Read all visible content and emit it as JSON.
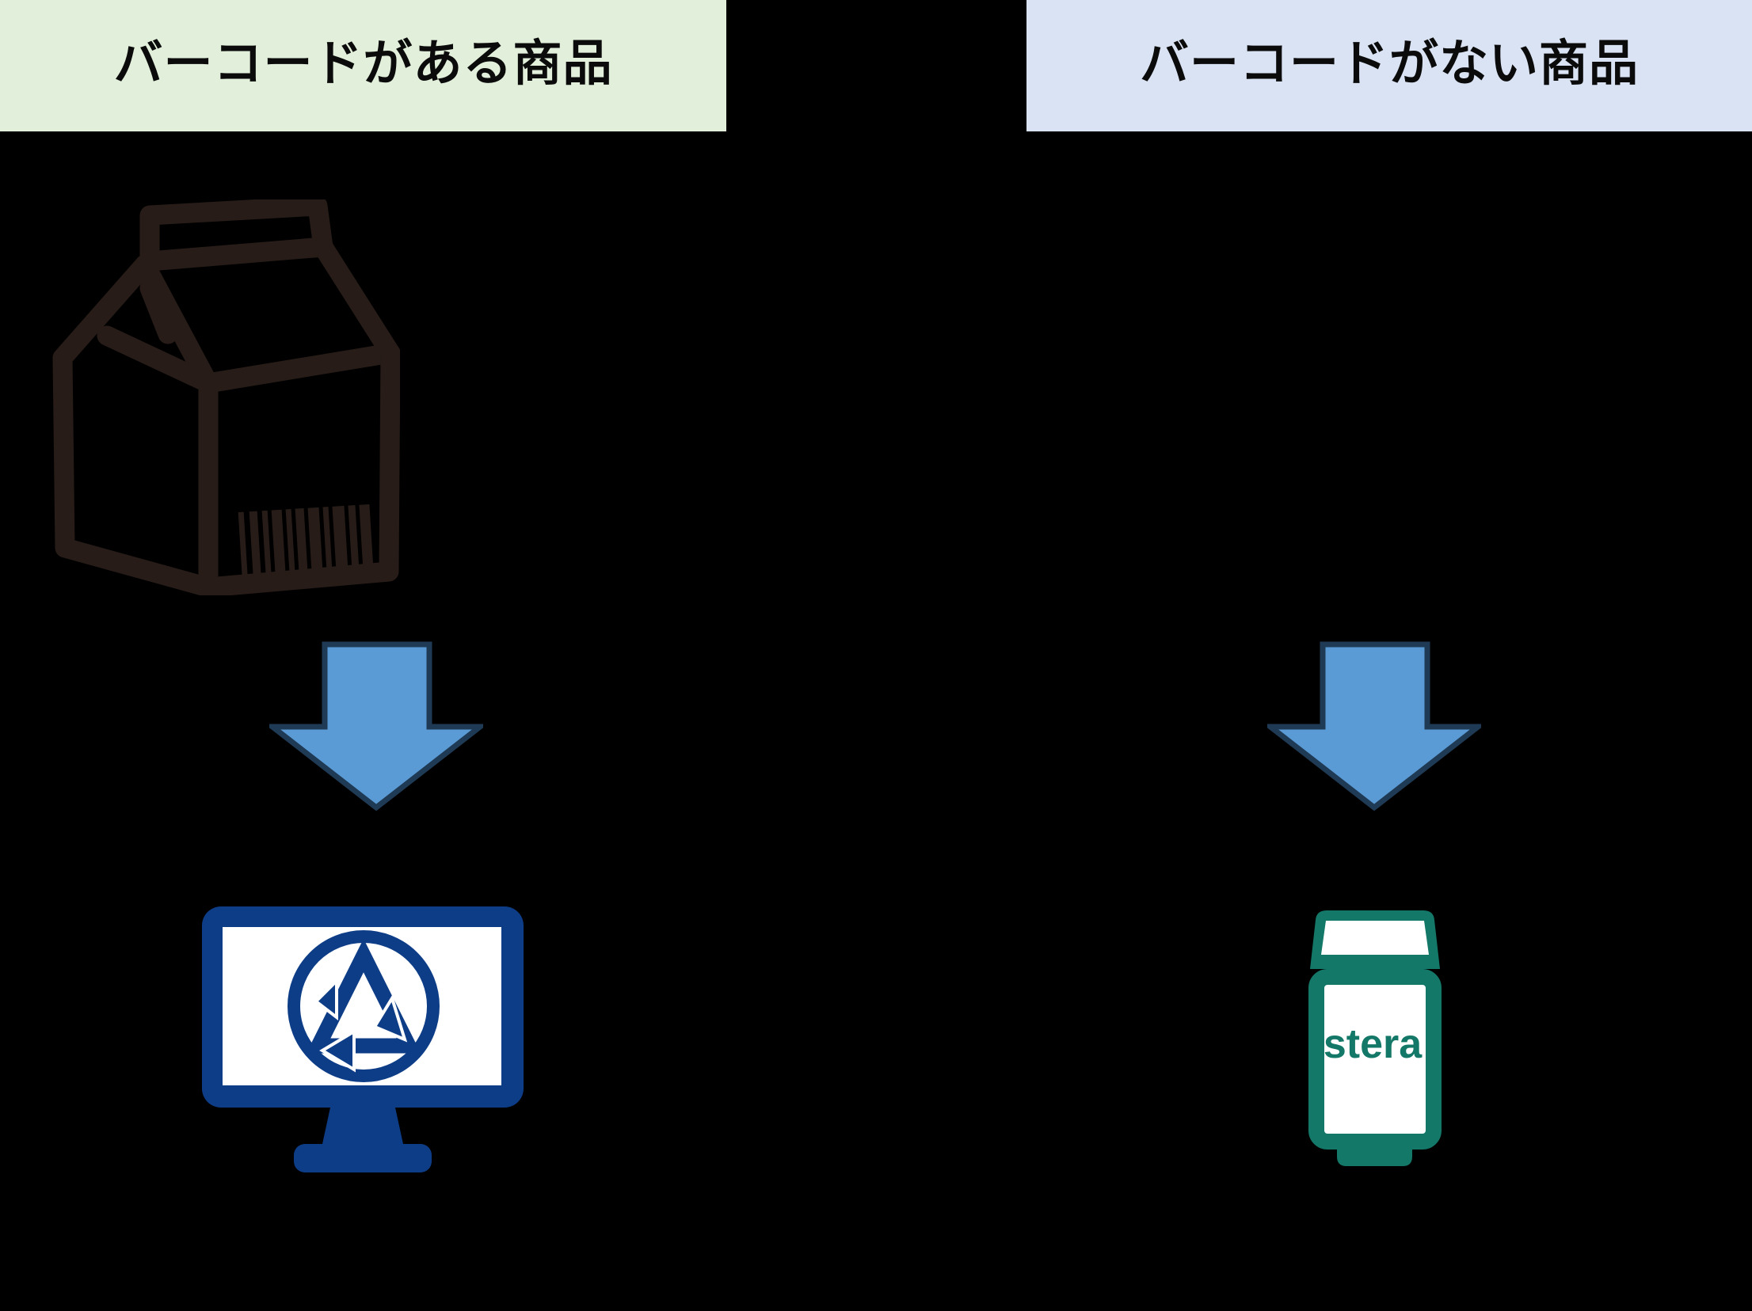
{
  "diagram": {
    "title_left": "バーコードがある商品",
    "title_right": "バーコードがない商品",
    "columns": {
      "left": {
        "header": {
          "label": "バーコードがある商品",
          "bg_color": "#e2efda"
        },
        "product_icon": "milk-carton-with-barcode-icon",
        "flow_icon": "down-arrow-icon",
        "device_icon": "pos-monitor-with-distribution-logo-icon"
      },
      "right": {
        "header": {
          "label": "バーコードがない商品",
          "bg_color": "#dae3f3"
        },
        "flow_icon": "down-arrow-icon",
        "device": {
          "label": "stera",
          "icon": "stera-payment-terminal-icon"
        }
      }
    },
    "colors": {
      "background": "#000000",
      "header_text": "#0b0b0b",
      "arrow_fill": "#5b9bd5",
      "arrow_stroke": "#1f3a54",
      "carton_ink": "#271c17",
      "monitor_navy": "#0e3d87",
      "stera_green": "#147868",
      "screen_white": "#ffffff"
    }
  }
}
